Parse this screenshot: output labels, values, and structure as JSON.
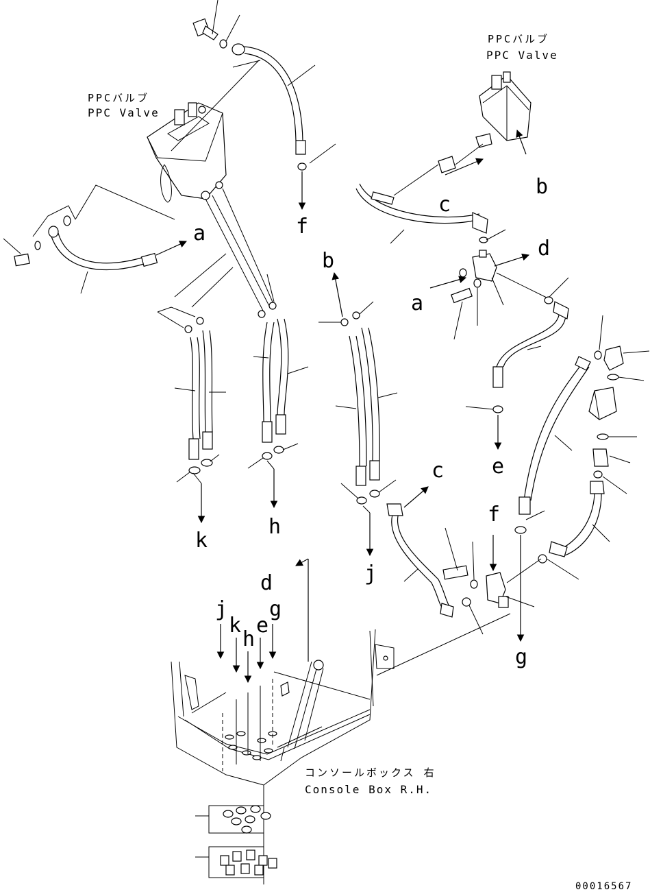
{
  "callouts": {
    "ppc_valve_left_jp": "PPCバルブ",
    "ppc_valve_left_en": "PPC Valve",
    "ppc_valve_right_jp": "PPCバルブ",
    "ppc_valve_right_en": "PPC Valve",
    "console_box_jp": "コンソールボックス 右",
    "console_box_en": "Console Box R.H."
  },
  "letters": {
    "a_left": "a",
    "f_top": "f",
    "b_right": "b",
    "c_right": "c",
    "d_right": "d",
    "a_mid": "a",
    "b_mid": "b",
    "e_mid": "e",
    "k_mid": "k",
    "h_mid": "h",
    "j_mid": "j",
    "c_mid": "c",
    "f_mid": "f",
    "g_mid": "g",
    "d_low": "d",
    "j_box": "j",
    "k_box": "k",
    "h_box": "h",
    "e_box": "e",
    "g_box": "g"
  },
  "drawing_number": "00016567"
}
